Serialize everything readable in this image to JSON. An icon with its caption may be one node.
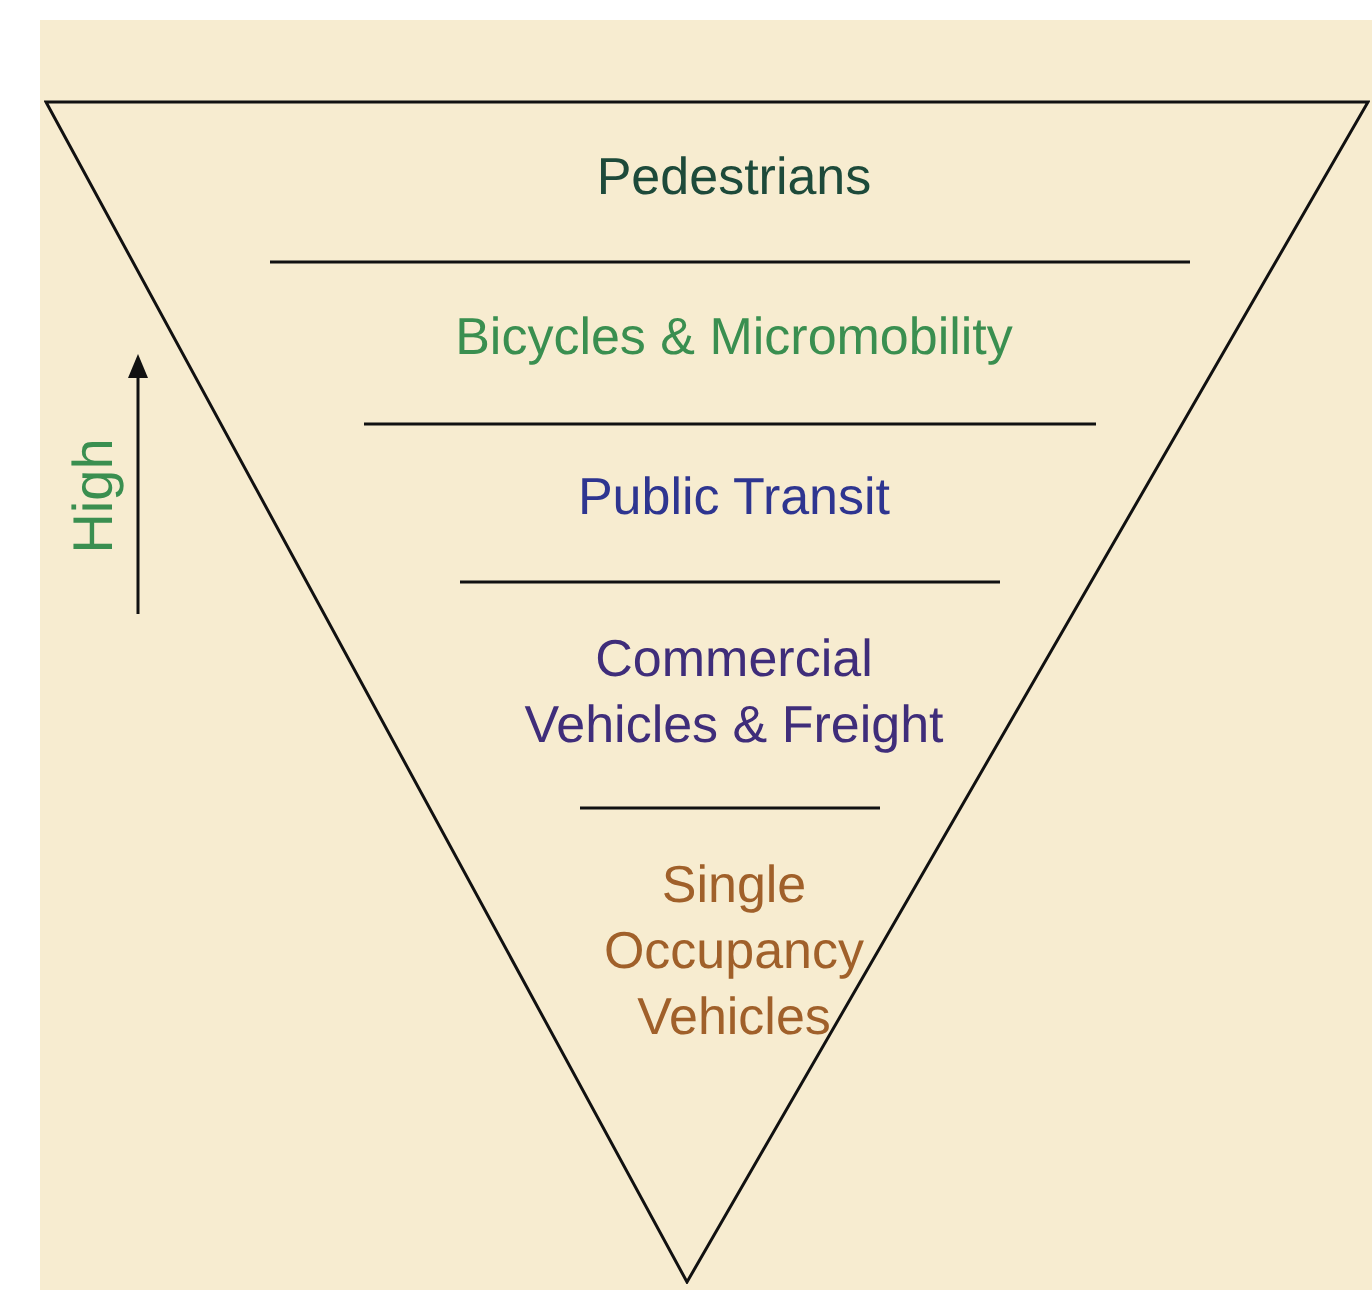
{
  "diagram": {
    "nodes": [
      {
        "text": [],
        "shape": "triangle"
      },
      {
        "text": [
          "Pedestrians"
        ],
        "in": 0
      },
      {
        "text": [
          "Bicycles & Micromobility"
        ],
        "in": 0
      },
      {
        "text": [
          "Public Transit"
        ],
        "in": 0
      },
      {
        "text": [
          "Commercial Vehicles & Freight"
        ],
        "in": 0
      },
      {
        "text": [
          "Single Occupancy Vehicles"
        ],
        "in": 0
      }
    ],
    "edges": [],
    "labels": [
      "High"
    ]
  }
}
